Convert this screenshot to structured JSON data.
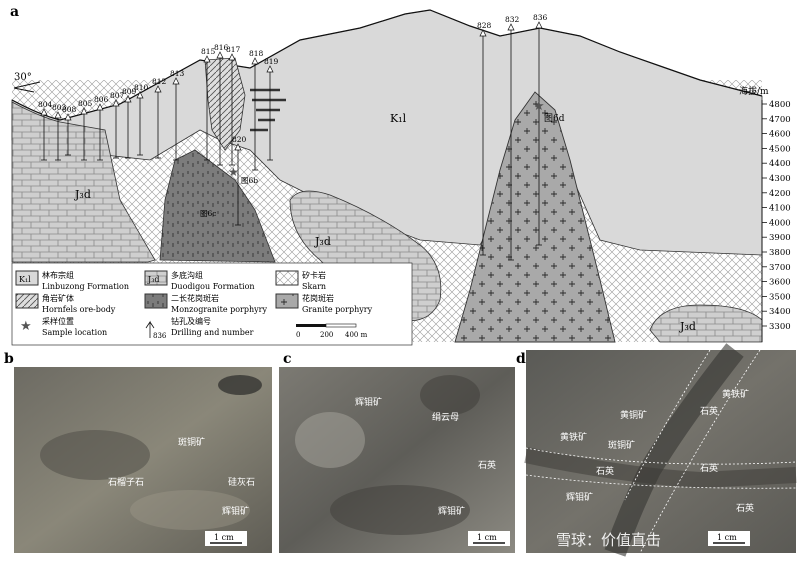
{
  "panels": {
    "a": "a",
    "b": "b",
    "c": "c",
    "d": "d"
  },
  "section": {
    "dip": "30°",
    "units": {
      "k1l": "K₁l",
      "j3d": "J₃d"
    },
    "ylabel": "海拔/m",
    "yticks": [
      "4800",
      "4700",
      "4600",
      "4500",
      "4400",
      "4300",
      "4200",
      "4100",
      "4000",
      "3900",
      "3800",
      "3700",
      "3600",
      "3500",
      "3400",
      "3300"
    ],
    "drills": [
      "804",
      "803",
      "808",
      "805",
      "806",
      "807",
      "809",
      "810",
      "812",
      "813",
      "815",
      "816",
      "817",
      "818",
      "819",
      "820",
      "828",
      "832",
      "836"
    ],
    "figrefs": {
      "fig6b": "图6b",
      "fig6c": "图6c",
      "fig6d": "图6d"
    },
    "scale": {
      "zero": "0",
      "mid": "200",
      "max": "400 m"
    }
  },
  "legend": [
    {
      "sym": "K₁l",
      "cn": "林布宗组",
      "en": "Linbuzong Formation"
    },
    {
      "sym": "J₃d",
      "cn": "多底沟组",
      "en": "Duodigou Formation"
    },
    {
      "sym": "",
      "cn": "矽卡岩",
      "en": "Skarn"
    },
    {
      "sym": "",
      "cn": "角岩矿体",
      "en": "Hornfels ore-body"
    },
    {
      "sym": "",
      "cn": "二长花岗斑岩",
      "en": "Monzogranite porphyry"
    },
    {
      "sym": "",
      "cn": "花岗斑岩",
      "en": "Granite porphyry"
    },
    {
      "sym": "",
      "cn": "采样位置",
      "en": "Sample location"
    },
    {
      "sym": "836",
      "cn": "钻孔及编号",
      "en": "Drilling and number"
    }
  ],
  "photo_b": {
    "labels": [
      "斑铜矿",
      "石榴子石",
      "硅灰石",
      "辉钼矿"
    ],
    "scale": "1 cm"
  },
  "photo_c": {
    "labels": [
      "辉钼矿",
      "绢云母",
      "石英",
      "辉钼矿"
    ],
    "scale": "1 cm"
  },
  "photo_d": {
    "labels": [
      "黄铁矿",
      "黄铜矿",
      "石英",
      "黄铁矿",
      "斑铜矿",
      "石英",
      "石英",
      "辉钼矿",
      "石英"
    ],
    "scale": "1 cm"
  },
  "watermark": "雪球：价值直击"
}
